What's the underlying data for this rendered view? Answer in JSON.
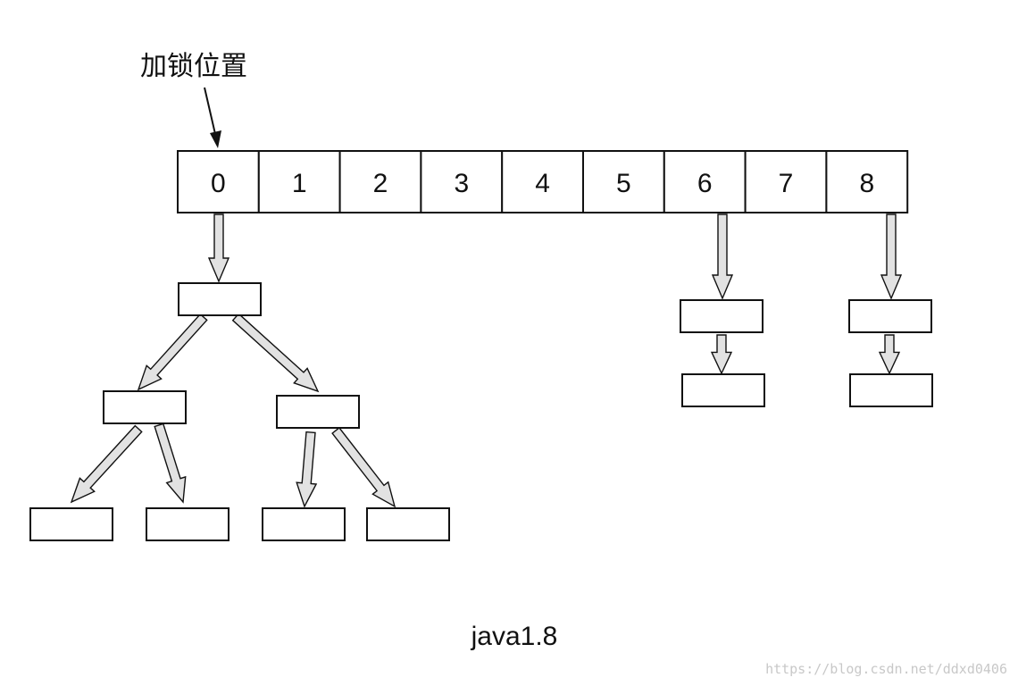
{
  "lock_label": "加锁位置",
  "array_cells": [
    "0",
    "1",
    "2",
    "3",
    "4",
    "5",
    "6",
    "7",
    "8"
  ],
  "caption": "java1.8",
  "watermark": "https://blog.csdn.net/ddxd0406",
  "structure": {
    "bucket_0": "red-black tree: 1 root, 2 children, 4 grandchildren",
    "bucket_6": "linked list of 2 nodes",
    "bucket_8": "linked list of 2 nodes"
  },
  "colors": {
    "stroke": "#111111",
    "arrow_fill": "#e2e2e2",
    "watermark": "#c8c8c8"
  }
}
